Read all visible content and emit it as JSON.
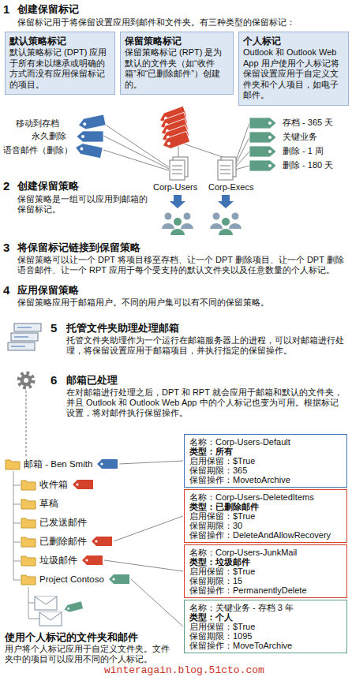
{
  "diagram": {
    "nodes": [
      {
        "text": [
          "默认策略标记",
          "默认策略标记 (DPT) 应用于所有未以继承或明确的方式而没有应用保留标记的项目。"
        ]
      },
      {
        "text": [
          "保留策略标记",
          "保留策略标记 (RPT) 是为默认的文件夹（如“收件箱”和“已删除邮件”）创建的。"
        ]
      },
      {
        "text": [
          "个人标记",
          "Outlook 和 Outlook Web App 用户使用个人标记将保留设置应用于自定义文件夹和个人项目，如电子邮件。"
        ]
      },
      {
        "text": [
          "邮箱 - Ben Smith"
        ]
      },
      {
        "text": [
          "收件箱"
        ]
      },
      {
        "text": [
          "草稿"
        ]
      },
      {
        "text": [
          "已发送邮件"
        ]
      },
      {
        "text": [
          "已删除邮件"
        ]
      },
      {
        "text": [
          "垃圾邮件"
        ]
      },
      {
        "text": [
          "Project Contoso"
        ]
      },
      {
        "text": [
          "名称：Corp-Users-Default",
          "类型：所有",
          "启用保留：$True",
          "保留期限：365",
          "保留操作：MovetoArchive"
        ]
      },
      {
        "text": [
          "名称：Corp-Users-DeletedItems",
          "类型：已删除邮件",
          "启用保留：$True",
          "保留期限：30",
          "保留操作：DeleteAndAllowRecovery"
        ]
      },
      {
        "text": [
          "名称：Corp-Users-JunkMail",
          "类型：垃圾邮件",
          "启用保留：$True",
          "保留期限：15",
          "保留操作：PermanentlyDelete"
        ]
      },
      {
        "text": [
          "名称：关键业务 - 存档 3 年",
          "类型：个人",
          "启用保留：$True",
          "保留期限：1095",
          "保留操作：MoveToArchive"
        ]
      }
    ],
    "edges": [
      {
        "from": 3,
        "to": 10,
        "arrow": "none"
      },
      {
        "from": 7,
        "to": 11,
        "arrow": "none"
      },
      {
        "from": 8,
        "to": 12,
        "arrow": "none"
      },
      {
        "from": 9,
        "to": 13,
        "arrow": "none"
      }
    ],
    "labels": [
      "1",
      "创建保留标记",
      "保留标记用于将保留设置应用到邮件和文件夹。有三种类型的保留标记：",
      "移动到存档",
      "永久删除",
      "语音邮件（删除）",
      "存档 - 365 天",
      "关键业务",
      "删除 - 1 周",
      "删除 - 180 天",
      "Corp-Users",
      "Corp-Execs",
      "2",
      "创建保留策略",
      "保留策略是一组可以应用到邮箱的保留标记。",
      "3",
      "将保留标记链接到保留策略",
      "保留策略可以让一个 DPT 将项目移至存档、让一个 DPT 删除项目、让一个 DPT 删除语音邮件、让一个 RPT 应用于每个受支持的默认文件夹以及任意数量的个人标记。",
      "4",
      "应用保留策略",
      "保留策略应用于邮箱用户。不同的用户集可以有不同的保留策略。",
      "5",
      "托管文件夹助理处理邮箱",
      "托管文件夹助理作为一个运行在邮箱服务器上的进程，可以对邮箱进行处理，将保留设置应用于邮箱项目，并执行指定的保留操作。",
      "6",
      "邮箱已处理",
      "在对邮箱进行处理之后，DPT 和 RPT 就会应用于邮箱和默认的文件夹，并且 Outlook 和 Outlook Web App 中的个人标记也变为可用。根据标记设置，将对邮件执行保留操作。",
      "使用个人标记的文件夹和邮件",
      "用户将个人标记应用于自定义文件夹。文件夹中的项目可以应用不同的个人标记。",
      "winteragain.blog.51cto.com"
    ]
  }
}
